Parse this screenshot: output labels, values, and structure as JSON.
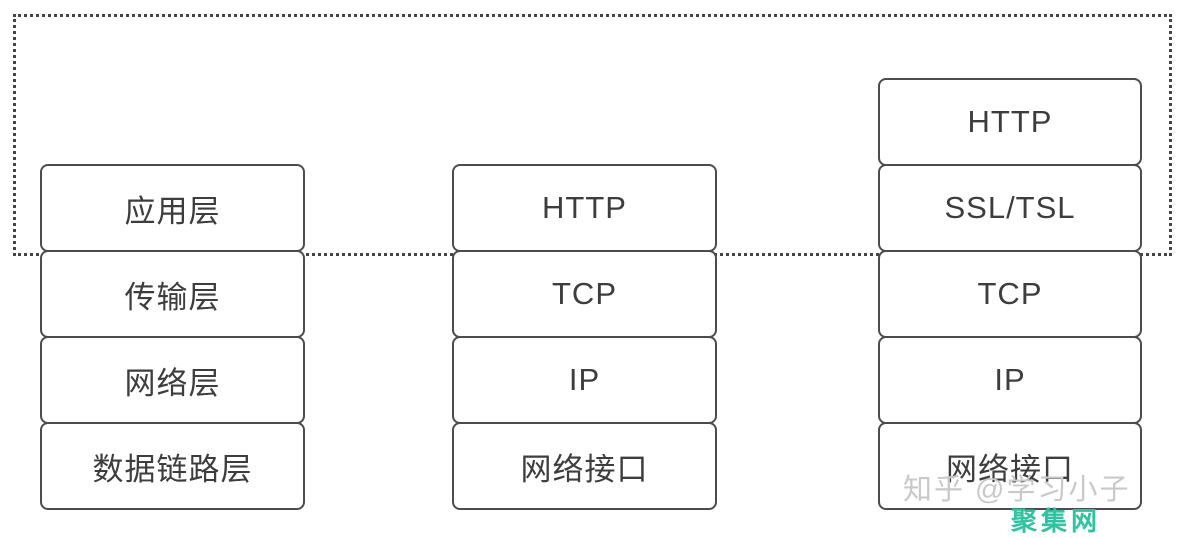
{
  "diagram": {
    "description_columns": [
      {
        "name": "tcp-ip-model-layers",
        "layers": [
          {
            "label": "应用层"
          },
          {
            "label": "传输层"
          },
          {
            "label": "网络层"
          },
          {
            "label": "数据链路层"
          }
        ]
      },
      {
        "name": "http-protocol-stack",
        "layers": [
          {
            "label": "HTTP"
          },
          {
            "label": "TCP"
          },
          {
            "label": "IP"
          },
          {
            "label": "网络接口"
          }
        ]
      },
      {
        "name": "https-protocol-stack",
        "layers": [
          {
            "label": "HTTP"
          },
          {
            "label": "SSL/TSL"
          },
          {
            "label": "TCP"
          },
          {
            "label": "IP"
          },
          {
            "label": "网络接口"
          }
        ]
      }
    ]
  },
  "watermark": {
    "credit": "知乎 @学习小子",
    "site": "聚集网",
    "site_color": "#2fc3a2",
    "credit_color": "#c9c9c9"
  },
  "colors": {
    "background": "#ffffff",
    "box_border": "#4c4c4c",
    "box_text": "#3d3d3d",
    "dotted_frame_border": "#454545"
  }
}
